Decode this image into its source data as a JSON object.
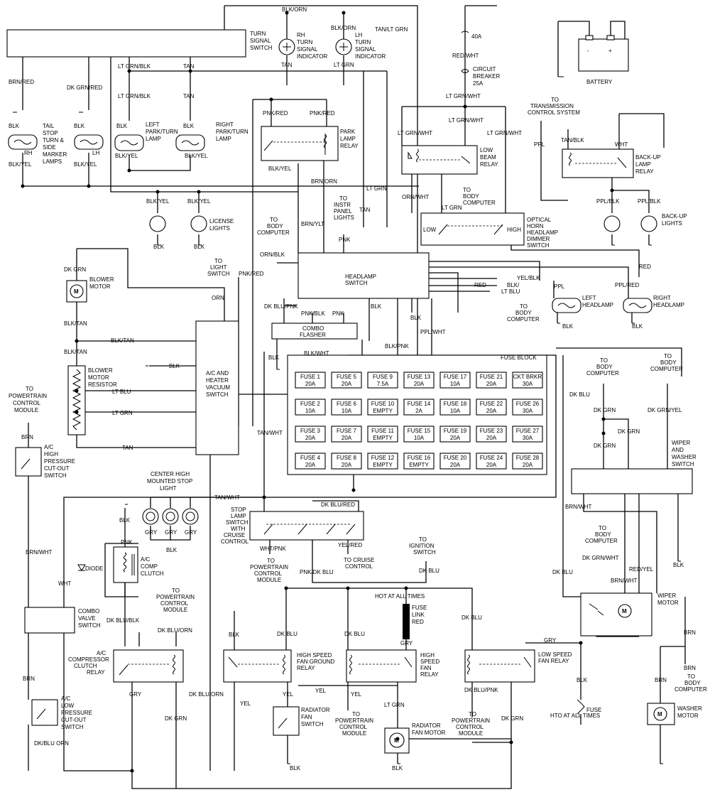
{
  "components": {
    "turn_signal_switch": [
      "TURN",
      "SIGNAL",
      "SWITCH"
    ],
    "rh_indicator": [
      "RH",
      "TURN",
      "SIGNAL",
      "INDICATOR"
    ],
    "lh_indicator": [
      "LH",
      "TURN",
      "SIGNAL",
      "INDICATOR"
    ],
    "fuse_40a": "40A",
    "circuit_breaker": [
      "CIRCUIT",
      "BREAKER",
      "25A"
    ],
    "battery": "BATTERY",
    "tail_lamps": [
      "TAIL",
      "STOP",
      "TURN &",
      "SIDE",
      "MARKER",
      "LAMPS"
    ],
    "left_park": [
      "LEFT",
      "PARK/TURN",
      "LAMP"
    ],
    "right_park": [
      "RIGHT",
      "PARK/TURN",
      "LAMP"
    ],
    "park_relay": [
      "PARK",
      "LAMP",
      "RELAY"
    ],
    "low_beam_relay": [
      "LOW",
      "BEAM",
      "RELAY"
    ],
    "to_transmission": [
      "TO",
      "TRANSMISSION",
      "CONTROL SYSTEM"
    ],
    "backup_relay": [
      "BACK-UP",
      "LAMP",
      "RELAY"
    ],
    "to_body_computer_1": [
      "TO",
      "BODY",
      "COMPUTER"
    ],
    "to_instr": [
      "TO",
      "INSTR",
      "PANEL",
      "LIGHTS"
    ],
    "license_lights": [
      "LICENSE",
      "LIGHTS"
    ],
    "to_body_computer_2": [
      "TO",
      "BODY",
      "COMPUTER"
    ],
    "optical_horn": [
      "OPTICAL",
      "HORN",
      "HEADLAMP",
      "DIMMER",
      "SWITCH"
    ],
    "backup_lights": [
      "BACK-UP",
      "LIGHTS"
    ],
    "blower_motor": [
      "BLOWER",
      "MOTOR"
    ],
    "to_light_switch": [
      "TO",
      "LIGHT",
      "SWITCH"
    ],
    "headlamp_switch": [
      "HEADLAMP",
      "SWITCH"
    ],
    "left_headlamp": [
      "LEFT",
      "HEADLAMP"
    ],
    "right_headlamp": [
      "RIGHT",
      "HEADLAMP"
    ],
    "to_body_computer_3": [
      "TO",
      "BODY",
      "COMPUTER"
    ],
    "combo_flasher": [
      "COMBO",
      "FLASHER"
    ],
    "blower_resistor": [
      "BLOWER",
      "MOTOR",
      "RESISTOR"
    ],
    "ac_heater_switch": [
      "A/C AND",
      "HEATER",
      "VACUUM",
      "SWITCH"
    ],
    "fuse_block_title": "FUSE BLOCK",
    "to_powertrain_1": [
      "TO",
      "POWERTRAIN",
      "CONTROL",
      "MODULE"
    ],
    "ac_high_pressure": [
      "A/C",
      "HIGH",
      "PRESSURE",
      "CUT-OUT",
      "SWITCH"
    ],
    "to_body_computer_4": [
      "TO",
      "BODY",
      "COMPUTER"
    ],
    "to_body_computer_5": [
      "TO",
      "BODY",
      "COMPUTER"
    ],
    "wiper_washer_switch": [
      "WIPER",
      "AND",
      "WASHER",
      "SWITCH"
    ],
    "chmsl": [
      "CENTER HIGH",
      "MOUNTED STOP",
      "LIGHT"
    ],
    "stop_lamp_switch": [
      "STOP",
      "LAMP",
      "SWITCH",
      "WITH",
      "CRUISE",
      "CONTROL"
    ],
    "to_powertrain_2": [
      "TO",
      "POWERTRAIN",
      "CONTROL",
      "MODULE"
    ],
    "to_cruise": [
      "TO CRUISE",
      "CONTROL"
    ],
    "to_ignition": [
      "TO",
      "IGNITION",
      "SWITCH"
    ],
    "diode": "DIODE",
    "ac_comp_clutch": [
      "A/C",
      "COMP",
      "CLUTCH"
    ],
    "to_body_computer_6": [
      "TO",
      "BODY",
      "COMPUTER"
    ],
    "wiper_motor": [
      "WIPER",
      "MOTOR"
    ],
    "to_powertrain_3": [
      "TO",
      "POWERTRAIN",
      "CONTROL",
      "MODULE"
    ],
    "hot_at_all_times": "HOT AT ALL TIMES",
    "fuse_link": [
      "FUSE",
      "LINK",
      "RED"
    ],
    "combo_valve": [
      "COMBO",
      "VALVE",
      "SWITCH"
    ],
    "compressor_relay": [
      "A/C",
      "COMPRESSOR",
      "CLUTCH",
      "RELAY"
    ],
    "high_speed_ground_relay": [
      "HIGH SPEED",
      "FAN GROUND",
      "RELAY"
    ],
    "high_speed_relay": [
      "HIGH",
      "SPEED",
      "FAN",
      "RELAY"
    ],
    "low_speed_relay": [
      "LOW SPEED",
      "FAN RELAY"
    ],
    "to_body_computer_7": [
      "TO",
      "BODY",
      "COMPUTER"
    ],
    "radiator_fan_switch": [
      "RADIATOR",
      "FAN",
      "SWITCH"
    ],
    "to_powertrain_4": [
      "TO",
      "POWERTRAIN",
      "CONTROL",
      "MODULE"
    ],
    "to_powertrain_5": [
      "TO",
      "POWERTRAIN",
      "CONTROL",
      "MODULE"
    ],
    "radiator_fan_motor": [
      "RADIATOR",
      "FAN MOTOR"
    ],
    "hto_fuse": "FUSE",
    "hto_at_all_times": "HTO AT ALL TIMES",
    "ac_low_pressure": [
      "A/C",
      "LOW",
      "PRESSURE",
      "CUT-OUT",
      "SWITCH"
    ],
    "washer_motor": [
      "WASHER",
      "MOTOR"
    ]
  },
  "wires": {
    "blk_orn_1": "BLK/ORN",
    "blk_orn_2": "BLK/ORN",
    "tan_lt_grn": "TAN/LT GRN",
    "tan_1": "TAN",
    "lt_grn_1": "LT GRN",
    "brn_red": "BRN/RED",
    "dk_grn_red": "DK GRN/RED",
    "lt_grn_blk_1": "LT GRN/BLK",
    "lt_grn_blk_2": "LT GRN/BLK",
    "tan_2": "TAN",
    "red_wht": "RED/WHT",
    "lt_grn_wht_1": "LT GRN/WHT",
    "lt_grn_wht_2": "LT GRN/WHT",
    "lt_grn_wht_3": "LT GRN/WHT",
    "lt_grn_wht_4": "LT GRN/WHT",
    "blk_1": "BLK",
    "blk_2": "BLK",
    "blk_3": "BLK",
    "blk_4": "BLK",
    "rh": "RH",
    "lh": "LH",
    "blk_yel_1": "BLK/YEL",
    "blk_yel_2": "BLK/YEL",
    "blk_yel_3": "BLK/YEL",
    "blk_yel_4": "BLK/YEL",
    "pnk_red_1": "PNK/RED",
    "pnk_red_2": "PNK/RED",
    "blk_yel_5": "BLK/YEL",
    "ppl_1": "PPL",
    "tan_blk": "TAN/BLK",
    "wht_1": "WHT",
    "brn_orn": "BRN/ORN",
    "lt_grn_2": "LT GRN",
    "orn_wht": "ORN/WHT",
    "lt_grn_3": "LT GRN",
    "blk_yel_6": "BLK/YEL",
    "blk_yel_7": "BLK/YEL",
    "tan_3": "TAN",
    "brn_ylt": "BRN/YLT",
    "low": "LOW",
    "high": "HIGH",
    "ppl_blk_1": "PPL/BLK",
    "ppl_blk_2": "PPL/BLK",
    "blk_5": "BLK",
    "blk_6": "BLK",
    "pnk": "PNK",
    "orn_blk": "ORN/BLK",
    "dk_grn_1": "DK GRN",
    "pnk_red_3": "PNK/RED",
    "orn": "ORN",
    "yel_blk": "YEL/BLK",
    "red_1": "RED",
    "blk_lt_blu": [
      "BLK/",
      "LT BLU"
    ],
    "ppl_2": "PPL",
    "ppl_red": "PPL/RED",
    "dk_blu_pnk": "DK BLU/PNK",
    "pnk_blk": "PNK/BLK",
    "pnk_2": "PNK",
    "blk_7": "BLK",
    "blk_8": "BLK",
    "blk_tan_1": "BLK/TAN",
    "blk_tan_2": "BLK/TAN",
    "blk_tan_3": "BLK/TAN",
    "blk_9": "BLK",
    "blk_wht": "BLK/WHT",
    "blk_pnk": "BLK/PNK",
    "ppl_wht": "PPL/WHT",
    "blk_10": "BLK",
    "blk_11": "BLK",
    "lt_blu": "LT BLU",
    "lt_grn_4": "LT GRN",
    "tan_4": "TAN",
    "brn_1": "BRN",
    "tan_wht_1": "TAN/WHT",
    "dk_blu_1": "DK BLU",
    "dk_grn_2": "DK GRN",
    "dk_grn_3": "DK GRN",
    "dk_grn_4": "DK GRN",
    "dk_grn_yel": "DK GRN/YEL",
    "tan_wht_2": "TAN/WHT",
    "dk_blu_red": "DK BLU/RED",
    "gry_1": "GRY",
    "gry_2": "GRY",
    "gry_3": "GRY",
    "blk_12": "BLK",
    "blk_13": "BLK",
    "pnk_3": "PNK",
    "wht_pnk": "WHT/PNK",
    "yel_red": "YEL/RED",
    "brn_wht_1": "BRN/WHT",
    "brn_wht_2": "BRN/WHT",
    "dk_grn_wht": "DK GRN/WHT",
    "red_yel": "RED/YEL",
    "dk_blu_2": "DK BLU",
    "blk_14": "BLK",
    "pnk_dk_blu": "PNK/DK BLU",
    "dk_blu_3": "DK BLU",
    "wht_2": "WHT",
    "dk_blu_blk": "DK BLU/BLK",
    "dk_blu_orn_1": "DK BLU/ORN",
    "blk_15": "BLK",
    "dk_blu_4": "DK BLU",
    "dk_blu_5": "DK BLU",
    "dk_blu_6": "DK BLU",
    "gry_4": "GRY",
    "gry_5": "GRY",
    "brn_2": "BRN",
    "brn_3": "BRN",
    "blk_16": "BLK",
    "yel_1": "YEL",
    "yel_2": "YEL",
    "yel_3": "YEL",
    "yel_4": "YEL",
    "gry_6": "GRY",
    "dk_blu_orn_2": "DK BLU/ORN",
    "lt_grn_5": "LT GRN",
    "dk_blu_pnk_2": "DK BLU/PNK",
    "dk_grn_5": "DK GRN",
    "dk_grn_6": "DK GRN",
    "brn_4": "BRN",
    "dk_blu_orn_3": "DK/BLU ORN",
    "blk_17": "BLK",
    "blk_18": "BLK"
  },
  "fuses": [
    {
      "name": "FUSE 1",
      "rating": "20A"
    },
    {
      "name": "FUSE 5",
      "rating": "20A"
    },
    {
      "name": "FUSE 9",
      "rating": "7.5A"
    },
    {
      "name": "FUSE 13",
      "rating": "20A"
    },
    {
      "name": "FUSE 17",
      "rating": "10A"
    },
    {
      "name": "FUSE 21",
      "rating": "20A"
    },
    {
      "name": "CKT BRKR",
      "rating": "30A"
    },
    {
      "name": "FUSE 2",
      "rating": "10A"
    },
    {
      "name": "FUSE 6",
      "rating": "10A"
    },
    {
      "name": "FUSE 10",
      "rating": "EMPTY"
    },
    {
      "name": "FUSE 14",
      "rating": "2A"
    },
    {
      "name": "FUSE 18",
      "rating": "10A"
    },
    {
      "name": "FUSE 22",
      "rating": "20A"
    },
    {
      "name": "FUSE 26",
      "rating": "30A"
    },
    {
      "name": "FUSE 3",
      "rating": "20A"
    },
    {
      "name": "FUSE 7",
      "rating": "20A"
    },
    {
      "name": "FUSE 11",
      "rating": "EMPTY"
    },
    {
      "name": "FUSE 15",
      "rating": "10A"
    },
    {
      "name": "FUSE 19",
      "rating": "20A"
    },
    {
      "name": "FUSE 23",
      "rating": "20A"
    },
    {
      "name": "FUSE 27",
      "rating": "30A"
    },
    {
      "name": "FUSE 4",
      "rating": "20A"
    },
    {
      "name": "FUSE 8",
      "rating": "20A"
    },
    {
      "name": "FUSE 12",
      "rating": "EMPTY"
    },
    {
      "name": "FUSE 16",
      "rating": "EMPTY"
    },
    {
      "name": "FUSE 20",
      "rating": "20A"
    },
    {
      "name": "FUSE 24",
      "rating": "20A"
    },
    {
      "name": "FUSE 28",
      "rating": "20A"
    }
  ],
  "colors": {
    "ink": "#000000",
    "paper": "#ffffff"
  }
}
